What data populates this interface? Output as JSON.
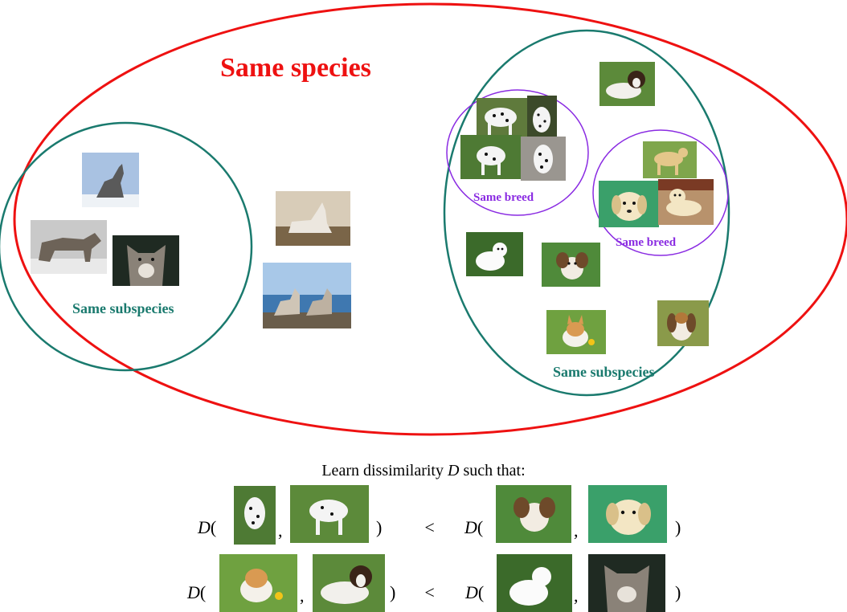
{
  "labels": {
    "same_species": "Same species",
    "same_subspecies_left": "Same subspecies",
    "same_subspecies_right": "Same subspecies",
    "same_breed_left": "Same breed",
    "same_breed_right": "Same breed"
  },
  "caption": {
    "prefix": "Learn dissimilarity ",
    "symbol": "D",
    "suffix": " such that:"
  },
  "inequalities": [
    {
      "lhs_fn": "D",
      "rhs_fn": "D",
      "operator": "<"
    },
    {
      "lhs_fn": "D",
      "rhs_fn": "D",
      "operator": "<"
    }
  ],
  "colors": {
    "species_ellipse": "#ee1111",
    "subspecies_ellipse": "#1a7a6e",
    "breed_ellipse": "#8a2be2"
  },
  "photos": [
    "howling-wolf",
    "gray-wolf",
    "wolf-portrait",
    "husky-lying",
    "two-huskies-sea",
    "dalmatian",
    "dalmatian-portrait",
    "dalmatian-standing",
    "dalmatian-on-gravel",
    "saint-bernard",
    "labrador",
    "labrador-puppy",
    "labrador-puppy-lying",
    "white-spitz",
    "running-beagle",
    "corgi-puppy",
    "beagle"
  ]
}
